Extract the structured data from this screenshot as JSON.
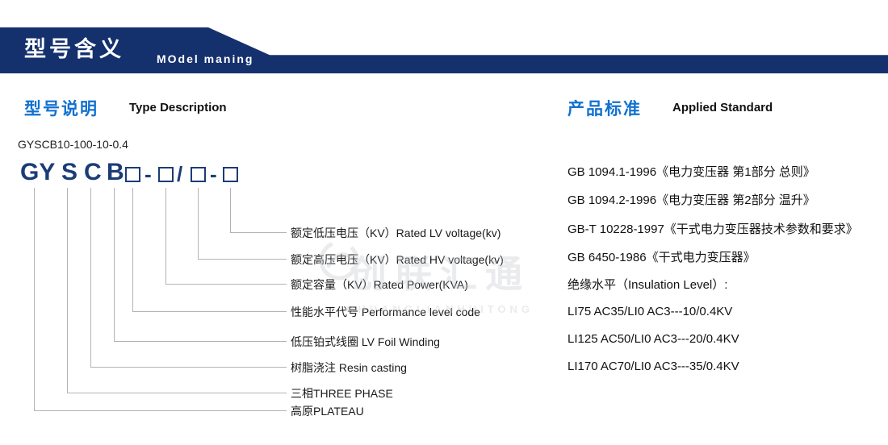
{
  "banner": {
    "title": "型号含义",
    "subtitle": "MOdel maning"
  },
  "left": {
    "title_zh": "型号说明",
    "title_en": "Type Description",
    "example_code": "GYSCB10-100-10-0.4",
    "code": {
      "letters": [
        "GY",
        "S",
        "C",
        "B"
      ],
      "separators": [
        "-",
        "/",
        "-"
      ]
    },
    "labels": [
      "额定低压电压（KV）Rated LV voltage(kv)",
      "额定高压电压（KV）Rated HV voltage(kv)",
      "额定容量（KV）Rated Power(KVA)",
      "性能水平代号 Performance level code",
      "低压铂式线圈 LV Foil Winding",
      "树脂浇注 Resin casting",
      "三相THREE PHASE",
      "高原PLATEAU"
    ]
  },
  "right": {
    "title_zh": "产品标准",
    "title_en": "Applied Standard",
    "standards": [
      "GB 1094.1-1996《电力变压器 第1部分 总则》",
      "GB 1094.2-1996《电力变压器 第2部分 温升》",
      "GB-T 10228-1997《干式电力变压器技术参数和要求》",
      "GB 6450-1986《干式电力变压器》",
      "绝缘水平（Insulation Level）:",
      "LI75 AC35/LI0 AC3---10/0.4KV",
      "LI125 AC50/LI0 AC3---20/0.4KV",
      "LI170 AC70/LI0 AC3---35/0.4KV"
    ]
  },
  "watermark": {
    "zh": "创联汇通",
    "en": "CHUANGLIANHUITONG"
  },
  "colors": {
    "banner_navy": "#15316d",
    "heading_blue": "#1271d0",
    "code_navy": "#1b3c77",
    "connector_gray": "#b3b3b3"
  }
}
